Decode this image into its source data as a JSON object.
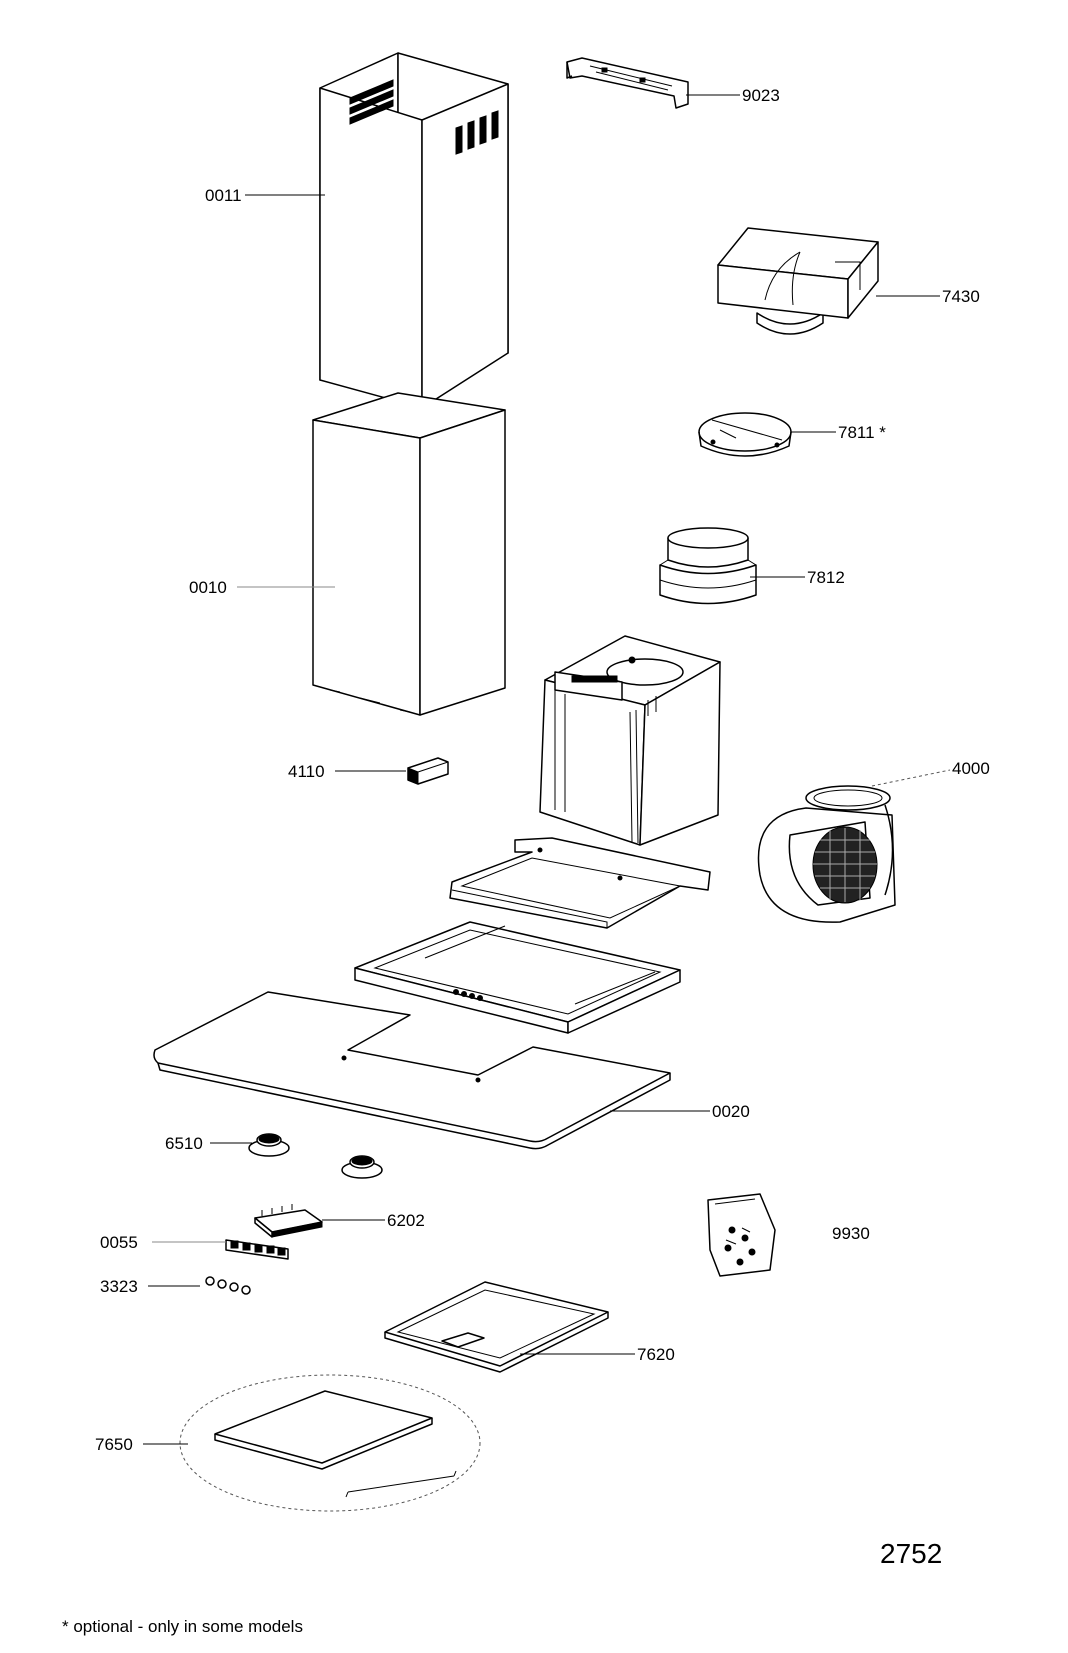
{
  "parts": [
    {
      "id": "p9023",
      "label": "9023"
    },
    {
      "id": "p0011",
      "label": "0011"
    },
    {
      "id": "p7430",
      "label": "7430"
    },
    {
      "id": "p7811",
      "label": "7811 *"
    },
    {
      "id": "p0010",
      "label": "0010"
    },
    {
      "id": "p7812",
      "label": "7812"
    },
    {
      "id": "p4110",
      "label": "4110"
    },
    {
      "id": "p4000",
      "label": "4000"
    },
    {
      "id": "p0020",
      "label": "0020"
    },
    {
      "id": "p6510",
      "label": "6510"
    },
    {
      "id": "p6202",
      "label": "6202"
    },
    {
      "id": "p0055",
      "label": "0055"
    },
    {
      "id": "p9930",
      "label": "9930"
    },
    {
      "id": "p3323",
      "label": "3323"
    },
    {
      "id": "p7620",
      "label": "7620"
    },
    {
      "id": "p7650",
      "label": "7650"
    }
  ],
  "drawing_number": "2752",
  "footnote": "* optional - only in some models"
}
